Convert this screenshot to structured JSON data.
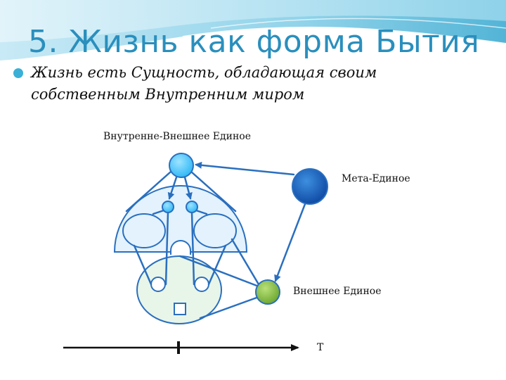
{
  "slide": {
    "title": "5. Жизнь как форма Бытия",
    "bullet": "Жизнь есть Сущность, обладающая своим собственным Внутренним миром"
  },
  "diagram": {
    "labels": {
      "inner_outer": "Внутренне-Внешнее Единое",
      "meta": "Мета-Единое",
      "outer": "Внешнее Единое",
      "time_axis": "T"
    }
  },
  "colors": {
    "title": "#2a8fbd",
    "bullet": "#3ab0d6",
    "line": "#2a6fbf",
    "node_light": "#4fc3f7",
    "node_dark": "#1565c0",
    "node_green": "#8bc34a",
    "shape_fill_blue": "#e3f2fd",
    "shape_fill_green": "#e8f5e9"
  }
}
